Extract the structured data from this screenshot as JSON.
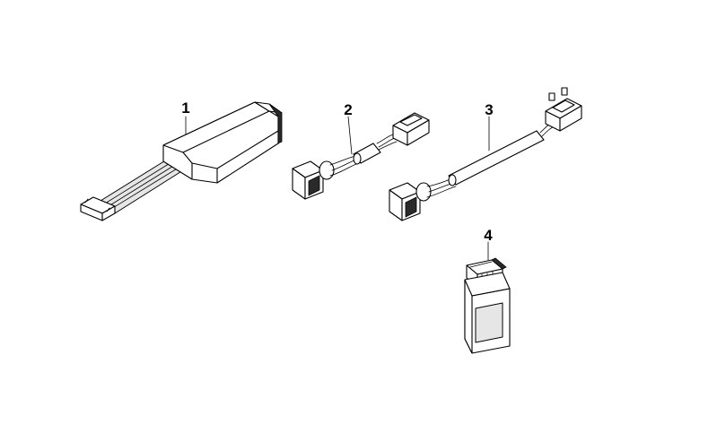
{
  "parts": [
    {
      "label": "1"
    },
    {
      "label": "2"
    },
    {
      "label": "3"
    },
    {
      "label": "4"
    }
  ]
}
